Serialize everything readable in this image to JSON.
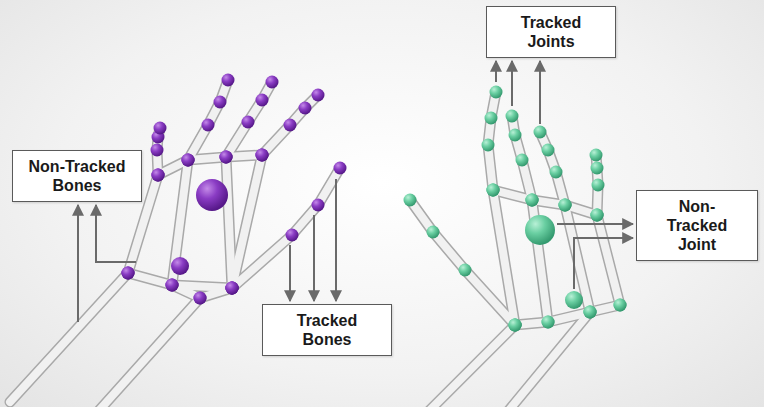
{
  "diagram": {
    "nodes": [
      {
        "text": [
          "Tracked Joints"
        ]
      },
      {
        "text": [
          "Non-Tracked Bones"
        ]
      },
      {
        "text": [
          "Non-Tracked Joint"
        ]
      },
      {
        "text": [
          "Tracked Bones"
        ]
      }
    ]
  }
}
